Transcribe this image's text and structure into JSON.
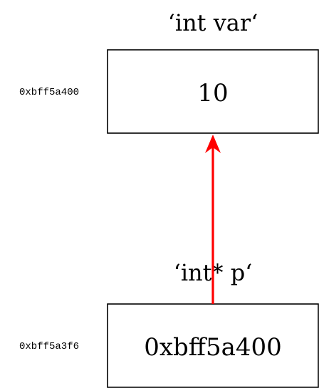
{
  "variables": {
    "var": {
      "label": "‘int var‘",
      "address": "0xbff5a400",
      "value": "10"
    },
    "pointer": {
      "label": "‘int* p‘",
      "address": "0xbff5a3f6",
      "value": "0xbff5a400"
    }
  },
  "colors": {
    "arrow": "#ff0000",
    "box_border": "#000000",
    "text": "#000000"
  }
}
